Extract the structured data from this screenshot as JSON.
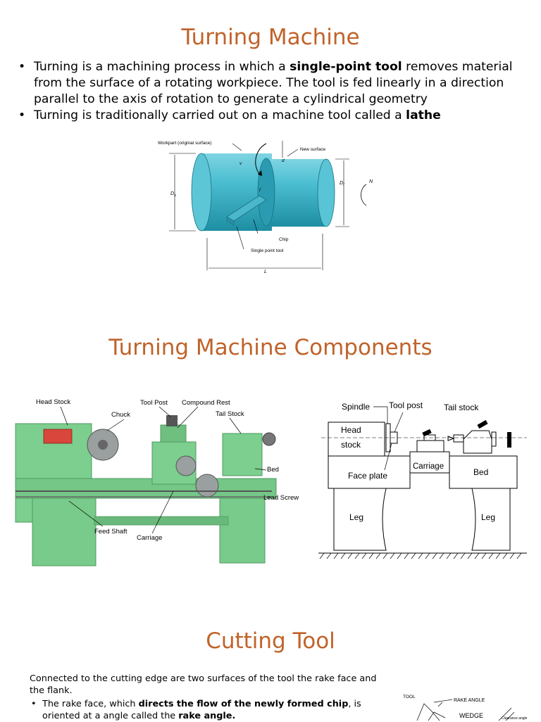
{
  "section1": {
    "title": "Turning Machine",
    "bullets": [
      {
        "pre": "Turning is a machining process in which a ",
        "bold": "single-point tool",
        "post": " removes material from the surface of a rotating workpiece. The tool is fed linearly in a direction parallel to the axis of rotation to generate a cylindrical geometry"
      },
      {
        "pre": "Turning is traditionally carried out on a machine tool called a ",
        "bold": "lathe",
        "post": ""
      }
    ],
    "diagram": {
      "workpart": "Workpart (original surface)",
      "new_surface": "New surface",
      "chip": "Chip",
      "tool": "Single point tool",
      "d0": "D",
      "d0_sub": "o",
      "df": "D",
      "df_sub": "f",
      "d": "d",
      "f": "f",
      "v": "v",
      "n": "N",
      "l": "L"
    }
  },
  "section2": {
    "title": "Turning Machine Components",
    "photo_labels": {
      "head_stock": "Head Stock",
      "chuck": "Chuck",
      "tool_post": "Tool Post",
      "compound_rest": "Compound Rest",
      "tail_stock": "Tail Stock",
      "bed": "Bed",
      "lead_screw": "Lead Screw",
      "feed_shaft": "Feed Shaft",
      "carriage": "Carriage"
    },
    "schematic_labels": {
      "spindle": "Spindle",
      "tool_post": "Tool post",
      "tail_stock": "Tail stock",
      "head": "Head",
      "stock": "stock",
      "carriage": "Carriage",
      "bed": "Bed",
      "face_plate": "Face plate",
      "leg_left": "Leg",
      "leg_right": "Leg"
    }
  },
  "section3": {
    "title": "Cutting Tool",
    "para": "Connected to the cutting edge are two surfaces of the tool the rake face and the flank.",
    "bullet_pre": "The rake face, which ",
    "bullet_bold": "directs the flow of the newly formed chip",
    "bullet_mid": ", is oriented at a angle called the ",
    "bullet_bold2": "rake angle.",
    "diagram": {
      "tool": "TOOL",
      "rake_angle": "RAKE ANGLE",
      "wedge": "WEDGE",
      "clearance": "Clearance angle"
    }
  },
  "colors": {
    "title": "#c0632a",
    "workpiece": "#3fb3c8",
    "lathe_green": "#7ccf8e"
  }
}
